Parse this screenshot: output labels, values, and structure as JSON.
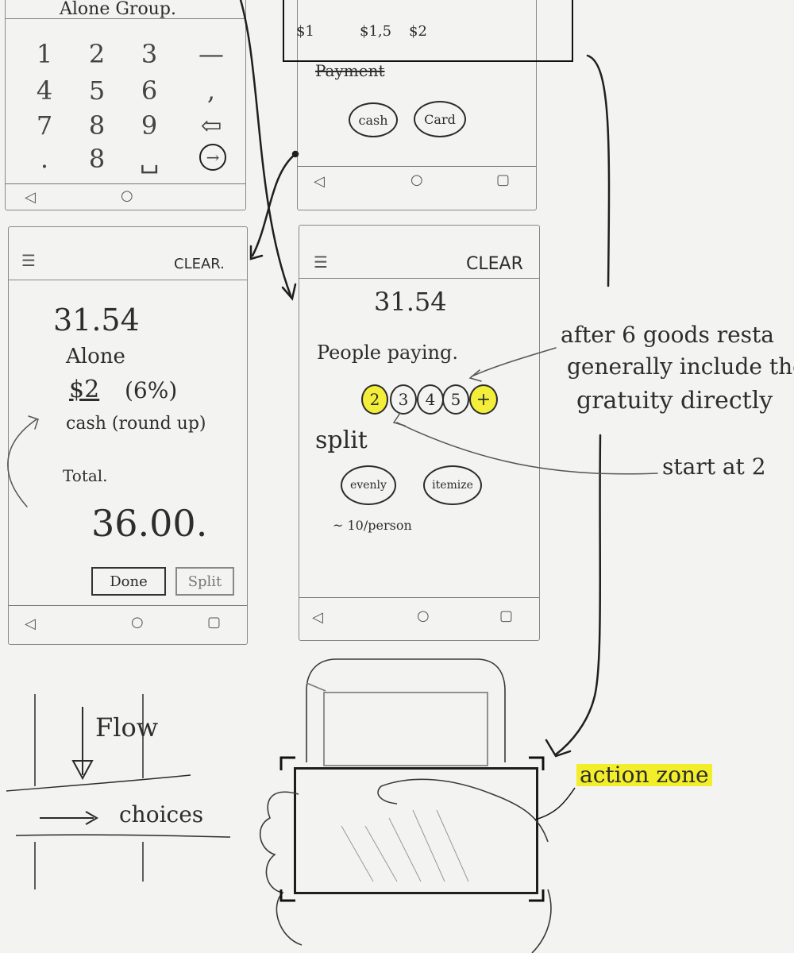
{
  "keypad_screen": {
    "header_text": "Alone  Group.",
    "keys": [
      "1",
      "2",
      "3",
      "—",
      "4",
      "5",
      "6",
      ",",
      "7",
      "8",
      "9",
      "⇦",
      ".",
      "8",
      "␣",
      "→"
    ]
  },
  "tip_screen": {
    "tips": [
      "$1",
      "$1,5",
      "$2"
    ],
    "payment_label": "Payment",
    "cash_label": "cash",
    "card_label": "Card"
  },
  "summary_screen": {
    "clear_label": "CLEAR.",
    "amount": "31.54",
    "mode": "Alone",
    "tip_amount": "$2",
    "tip_percent": "(6%)",
    "payment_note": "cash (round up)",
    "total_label": "Total.",
    "total_value": "36.00.",
    "done_label": "Done",
    "split_label": "Split"
  },
  "split_screen": {
    "clear_label": "CLEAR",
    "amount": "31.54",
    "people_label": "People paying.",
    "people_options": [
      "2",
      "3",
      "4",
      "5",
      "+"
    ],
    "split_label": "split",
    "evenly_label": "evenly",
    "itemize_label": "itemize",
    "per_person": "~ 10/person"
  },
  "annotations": {
    "gratuity_note_1": "after 6 goods resta",
    "gratuity_note_2": "generally include the",
    "gratuity_note_3": "gratuity directly",
    "start_note": "start at 2",
    "action_zone": "action zone",
    "flow_label": "Flow",
    "choices_label": "choices"
  },
  "colors": {
    "highlight": "#f2ee3a",
    "ink": "#2b2b2b",
    "paper": "#f3f3f1"
  }
}
